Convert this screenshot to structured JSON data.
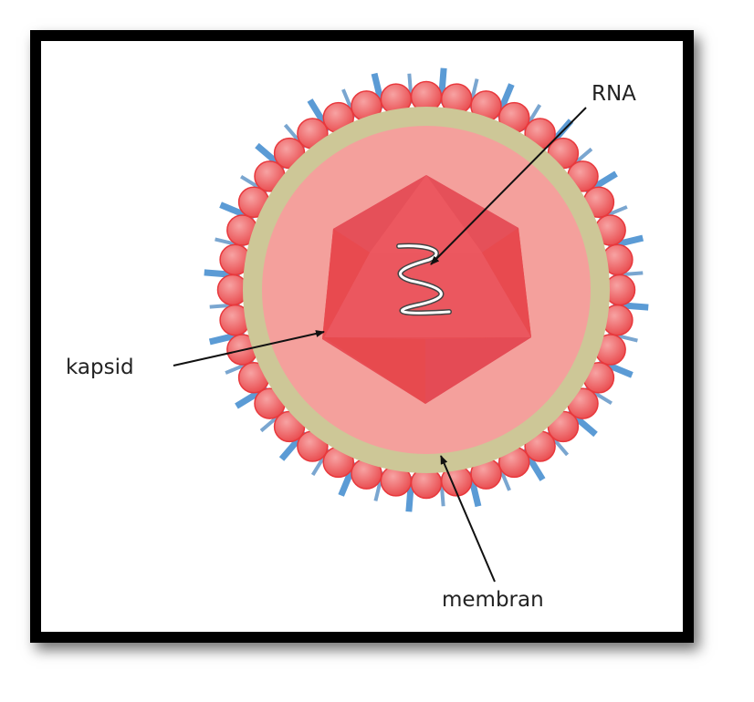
{
  "labels": {
    "rna": "RNA",
    "capsid": "kapsid",
    "membrane": "membran"
  },
  "colors": {
    "spike_thick": "#5b9bd5",
    "spike_thin": "#7aa6d0",
    "ball": "#ef5a5a",
    "membrane": "#cdc797",
    "interior": "#f4a09c",
    "capsid": "#e8525a"
  }
}
